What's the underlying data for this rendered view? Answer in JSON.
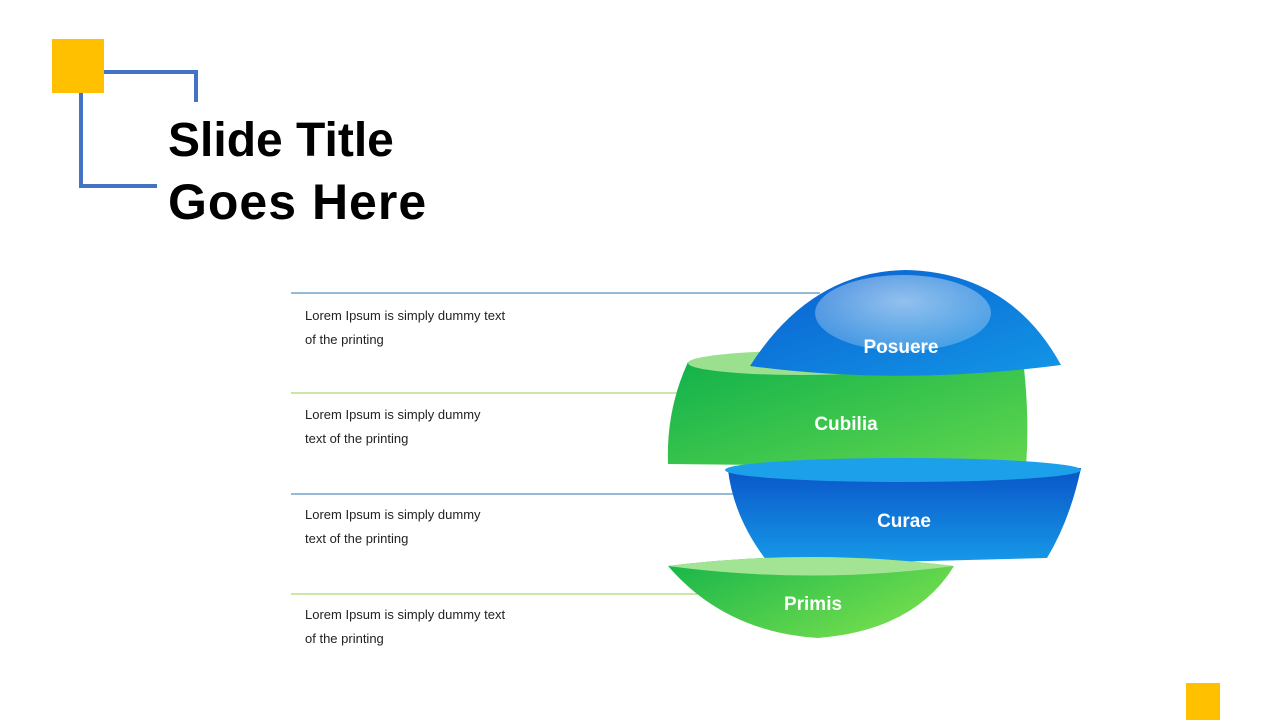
{
  "slide": {
    "title_line1": "Slide Title",
    "title_line2": "Goes Here"
  },
  "colors": {
    "accent_yellow": "#FFC000",
    "frame_blue": "#4472C4",
    "line_blue": "#2E75B6",
    "line_green": "#92D050",
    "segment_blue": "#0A74D4",
    "segment_green": "#3CC84A"
  },
  "rows": [
    {
      "text_line1": "Lorem Ipsum is simply dummy text",
      "text_line2": "of the printing"
    },
    {
      "text_line1": "Lorem Ipsum is simply dummy",
      "text_line2": "text of the printing"
    },
    {
      "text_line1": "Lorem Ipsum is simply dummy",
      "text_line2": "text of the printing"
    },
    {
      "text_line1": "Lorem Ipsum is simply dummy text",
      "text_line2": "of the printing"
    }
  ],
  "segments": [
    {
      "label": "Posuere"
    },
    {
      "label": "Cubilia"
    },
    {
      "label": "Curae"
    },
    {
      "label": "Primis"
    }
  ]
}
